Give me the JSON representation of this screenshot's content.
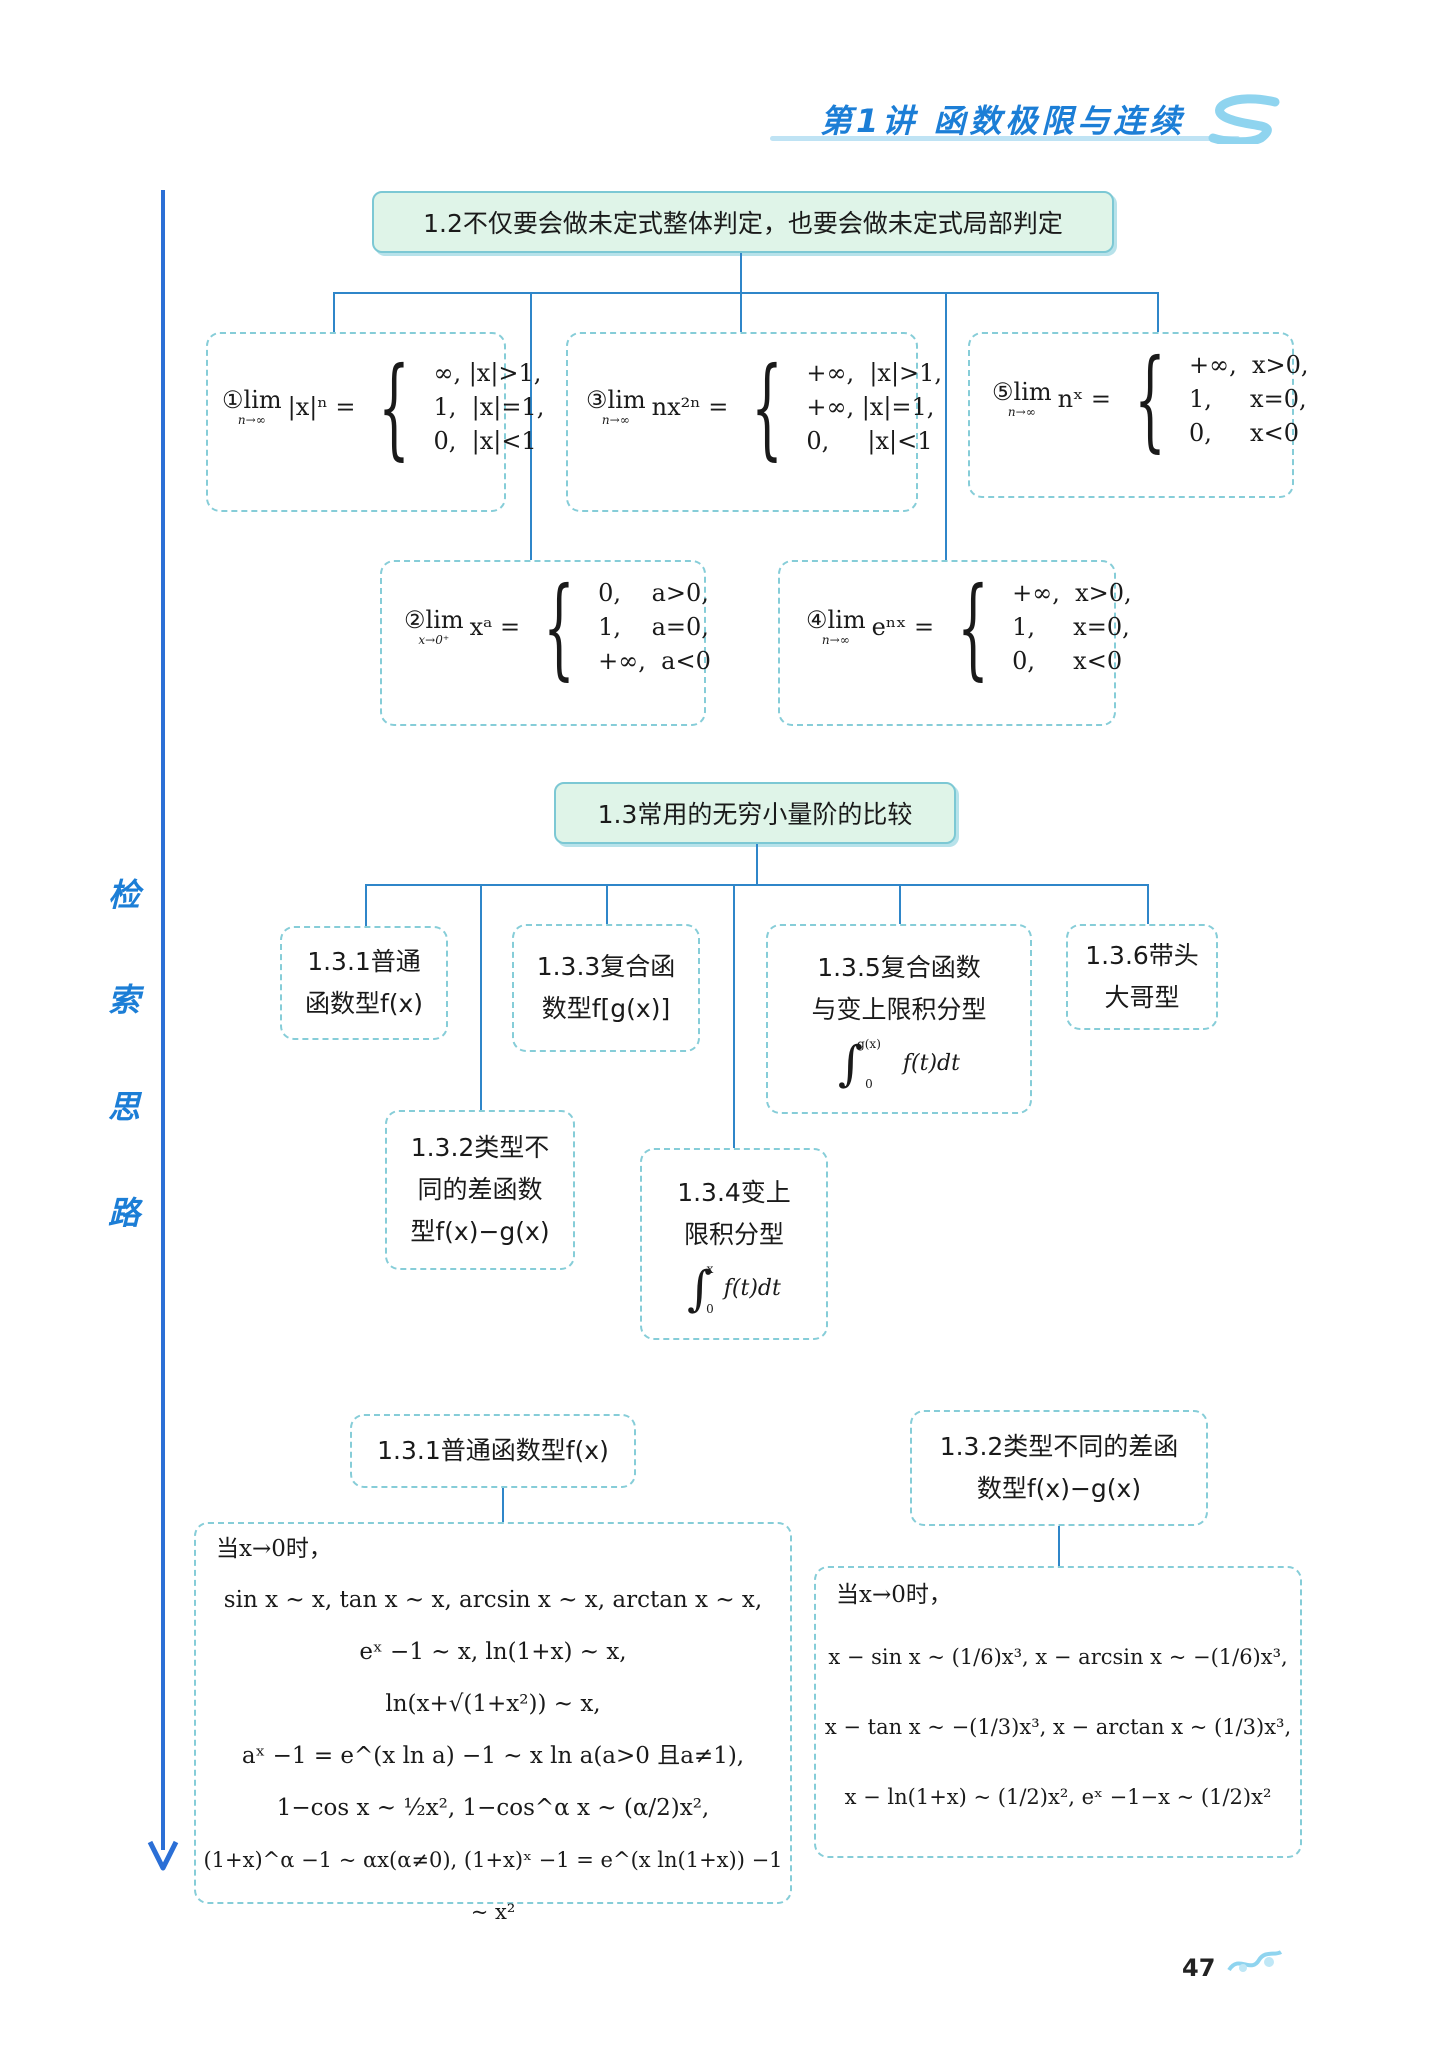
{
  "header": {
    "title": "第1讲  函数极限与连续"
  },
  "sidebar": {
    "chars": [
      "检",
      "索",
      "思",
      "路"
    ]
  },
  "section12": {
    "title": "1.2不仅要会做未定式整体判定，也要会做未定式局部判定",
    "f1": {
      "label": "①lim",
      "sub": "n→∞",
      "expr": "|x|ⁿ =",
      "cases": [
        "∞, |x|>1,",
        "1,  |x|=1,",
        "0,  |x|<1"
      ]
    },
    "f2": {
      "label": "②lim",
      "sub": "x→0⁺",
      "expr": "xᵃ =",
      "cases": [
        "0,    a>0,",
        "1,    a=0,",
        "+∞,  a<0"
      ]
    },
    "f3": {
      "label": "③lim",
      "sub": "n→∞",
      "expr": "nx²ⁿ =",
      "cases": [
        "+∞,  |x|>1,",
        "+∞, |x|=1,",
        "0,     |x|<1"
      ]
    },
    "f4": {
      "label": "④lim",
      "sub": "n→∞",
      "expr": "eⁿˣ =",
      "cases": [
        "+∞,  x>0,",
        "1,     x=0,",
        "0,     x<0"
      ]
    },
    "f5": {
      "label": "⑤lim",
      "sub": "n→∞",
      "expr": "nˣ =",
      "cases": [
        "+∞,  x>0,",
        "1,     x=0,",
        "0,     x<0"
      ]
    }
  },
  "section13": {
    "title": "1.3常用的无穷小量阶的比较",
    "b131": [
      "1.3.1普通",
      "函数型f(x)"
    ],
    "b132": [
      "1.3.2类型不",
      "同的差函数",
      "型f(x)−g(x)"
    ],
    "b133": [
      "1.3.3复合函",
      "数型f[g(x)]"
    ],
    "b134": [
      "1.3.4变上",
      "限积分型"
    ],
    "b134_formula": "f(t)dt",
    "b134_lower": "0",
    "b134_upper": "x",
    "b135": [
      "1.3.5复合函数",
      "与变上限积分型"
    ],
    "b135_formula": "f(t)dt",
    "b135_lower": "0",
    "b135_upper": "g(x)",
    "b136": [
      "1.3.6带头",
      "大哥型"
    ]
  },
  "detail131": {
    "title": "1.3.1普通函数型f(x)",
    "lines": [
      "当x→0时，",
      "sin x ~ x, tan x ~ x, arcsin x ~ x, arctan x ~ x,",
      "eˣ −1 ~ x, ln(1+x) ~ x,",
      "ln(x+√(1+x²)) ~ x,",
      "aˣ −1 = e^(x ln a) −1 ~ x ln a(a>0 且a≠1),",
      "1−cos x ~ ½x², 1−cos^α x ~ (α/2)x²,",
      "(1+x)^α −1 ~ αx(α≠0), (1+x)ˣ −1 = e^(x ln(1+x)) −1 ~ x²"
    ]
  },
  "detail132": {
    "title": [
      "1.3.2类型不同的差函",
      "数型f(x)−g(x)"
    ],
    "lines": [
      "当x→0时，",
      "x − sin x ~ (1/6)x³,  x − arcsin x ~ −(1/6)x³,",
      "x − tan x ~ −(1/3)x³,  x − arctan x ~ (1/3)x³,",
      "x − ln(1+x) ~ (1/2)x²,  eˣ −1−x ~ (1/2)x²"
    ]
  },
  "footer": {
    "page_number": "47"
  },
  "colors": {
    "accent": "#1c7ed6",
    "box_fill": "#dff4e8",
    "border": "#86cdd8",
    "line": "#2f86c9"
  }
}
